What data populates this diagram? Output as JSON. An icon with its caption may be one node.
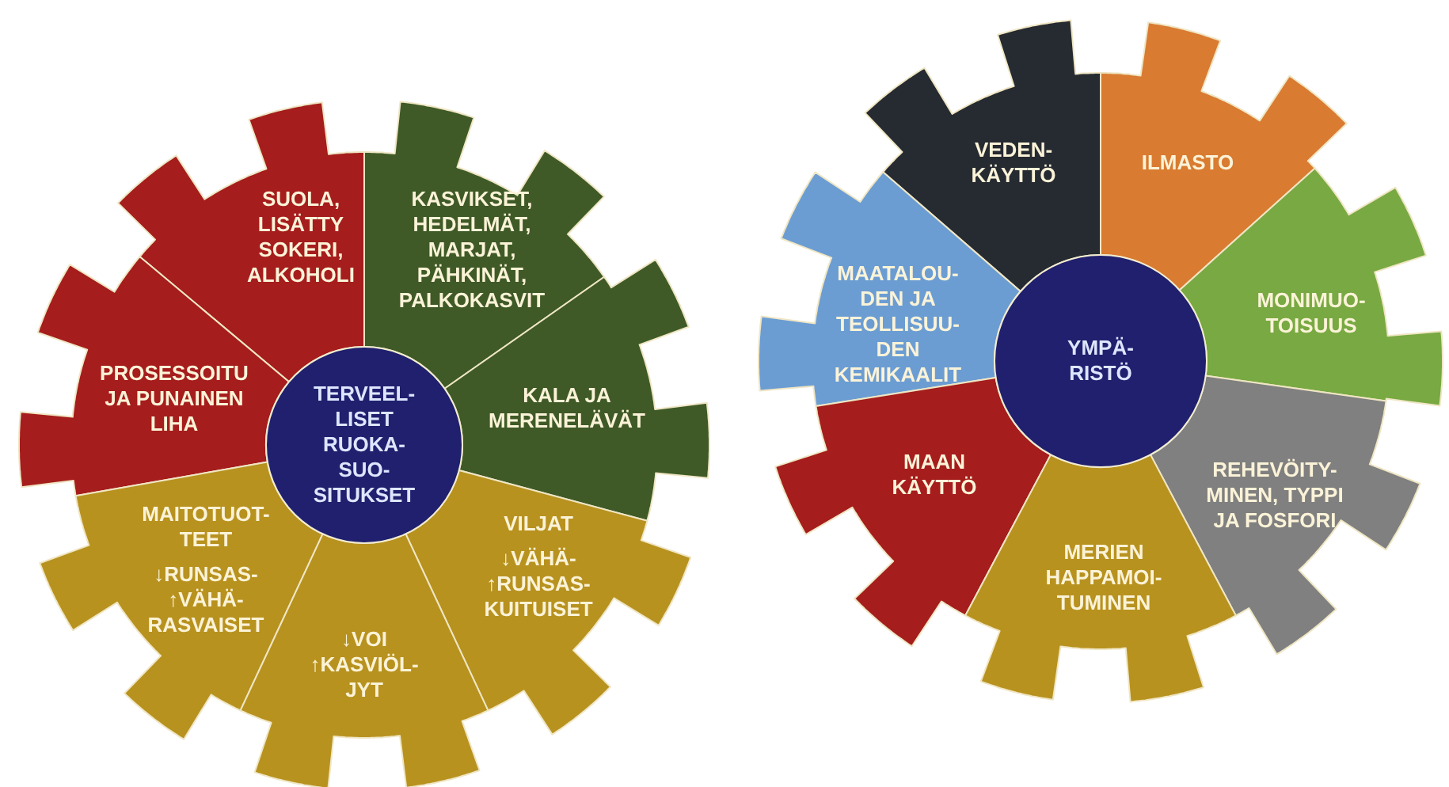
{
  "diagram": {
    "nodes": [
      {
        "text": [
          "SUOLA, LISÄTTY SOKERI, ALKOHOLI"
        ]
      },
      {
        "text": [
          "KASVIKSET, HEDELMÄT, MARJAT, PÄHKINÄT, PALKOKASVIT"
        ]
      },
      {
        "text": [
          "PROSESSOITU JA PUNAINEN LIHA"
        ]
      },
      {
        "text": [
          "TERVEEL- LISET RUOKA- SUO- SITUKSET"
        ]
      },
      {
        "text": [
          "KALA JA MERENELÄVÄT"
        ]
      },
      {
        "text": [
          "MAITOTUOT- TEET",
          "↓RUNSAS- ↑VÄHÄ- RASVAISET"
        ]
      },
      {
        "text": [
          "VILJAT",
          "↓VÄHÄ- ↑RUNSAS- KUITUISET"
        ]
      },
      {
        "text": [
          "↓VOI ↑KASVIÖL- JYT"
        ]
      },
      {
        "text": [
          "VEDEN- KÄYTTÖ"
        ]
      },
      {
        "text": [
          "ILMASTO"
        ]
      },
      {
        "text": [
          "MAATALOU- DEN JA TEOLLISUU- DEN KEMIKAALIT"
        ]
      },
      {
        "text": [
          "YMPÄ- RISTÖ"
        ]
      },
      {
        "text": [
          "MONIMUO- TOISUUS"
        ]
      },
      {
        "text": [
          "MAAN KÄYTTÖ"
        ]
      },
      {
        "text": [
          "REHEVÖITY- MINEN, TYPPI JA FOSFORI"
        ]
      },
      {
        "text": [
          "MERIEN HAPPAMOI- TUMINEN"
        ]
      }
    ]
  }
}
